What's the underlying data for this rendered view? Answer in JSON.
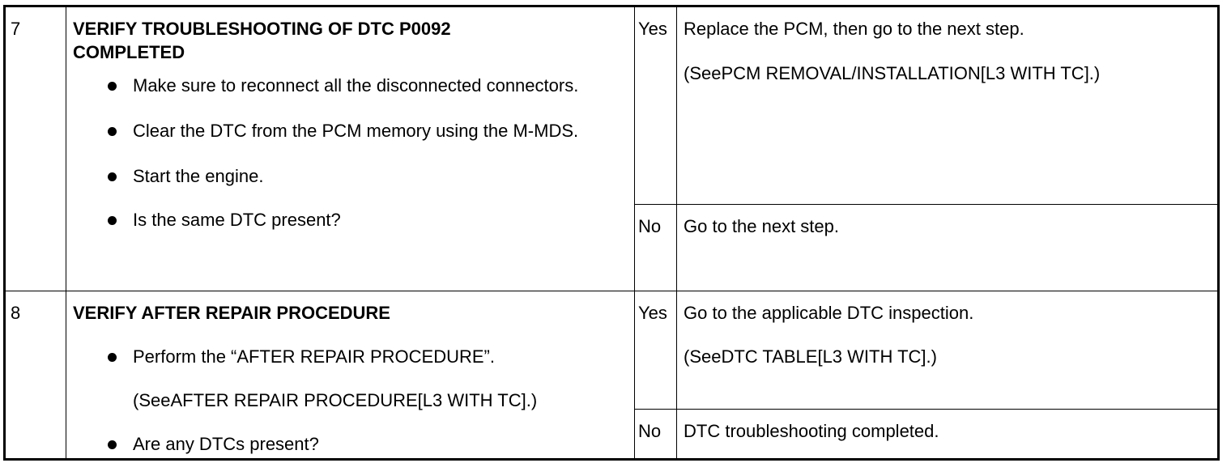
{
  "rows": [
    {
      "step": "7",
      "title_line1": "VERIFY TROUBLESHOOTING OF DTC P0092",
      "title_line2": "COMPLETED",
      "bullets": [
        "Make sure to reconnect all the disconnected connectors.",
        "Clear the DTC from the PCM memory using the M-MDS.",
        "Start the engine.",
        "Is the same DTC present?"
      ],
      "yes_label": "Yes",
      "yes_text": "Replace the PCM, then go to the next step.",
      "yes_ref": "(SeePCM REMOVAL/INSTALLATION[L3 WITH TC].)",
      "no_label": "No",
      "no_text": "Go to the next step."
    },
    {
      "step": "8",
      "title": "VERIFY AFTER REPAIR PROCEDURE",
      "bullet1": "Perform the “AFTER REPAIR PROCEDURE”.",
      "bullet1_ref": "(SeeAFTER REPAIR PROCEDURE[L3 WITH TC].)",
      "bullet2": "Are any DTCs present?",
      "yes_label": "Yes",
      "yes_text": "Go to the applicable DTC inspection.",
      "yes_ref": "(SeeDTC TABLE[L3 WITH TC].)",
      "no_label": "No",
      "no_text": "DTC troubleshooting completed."
    }
  ]
}
